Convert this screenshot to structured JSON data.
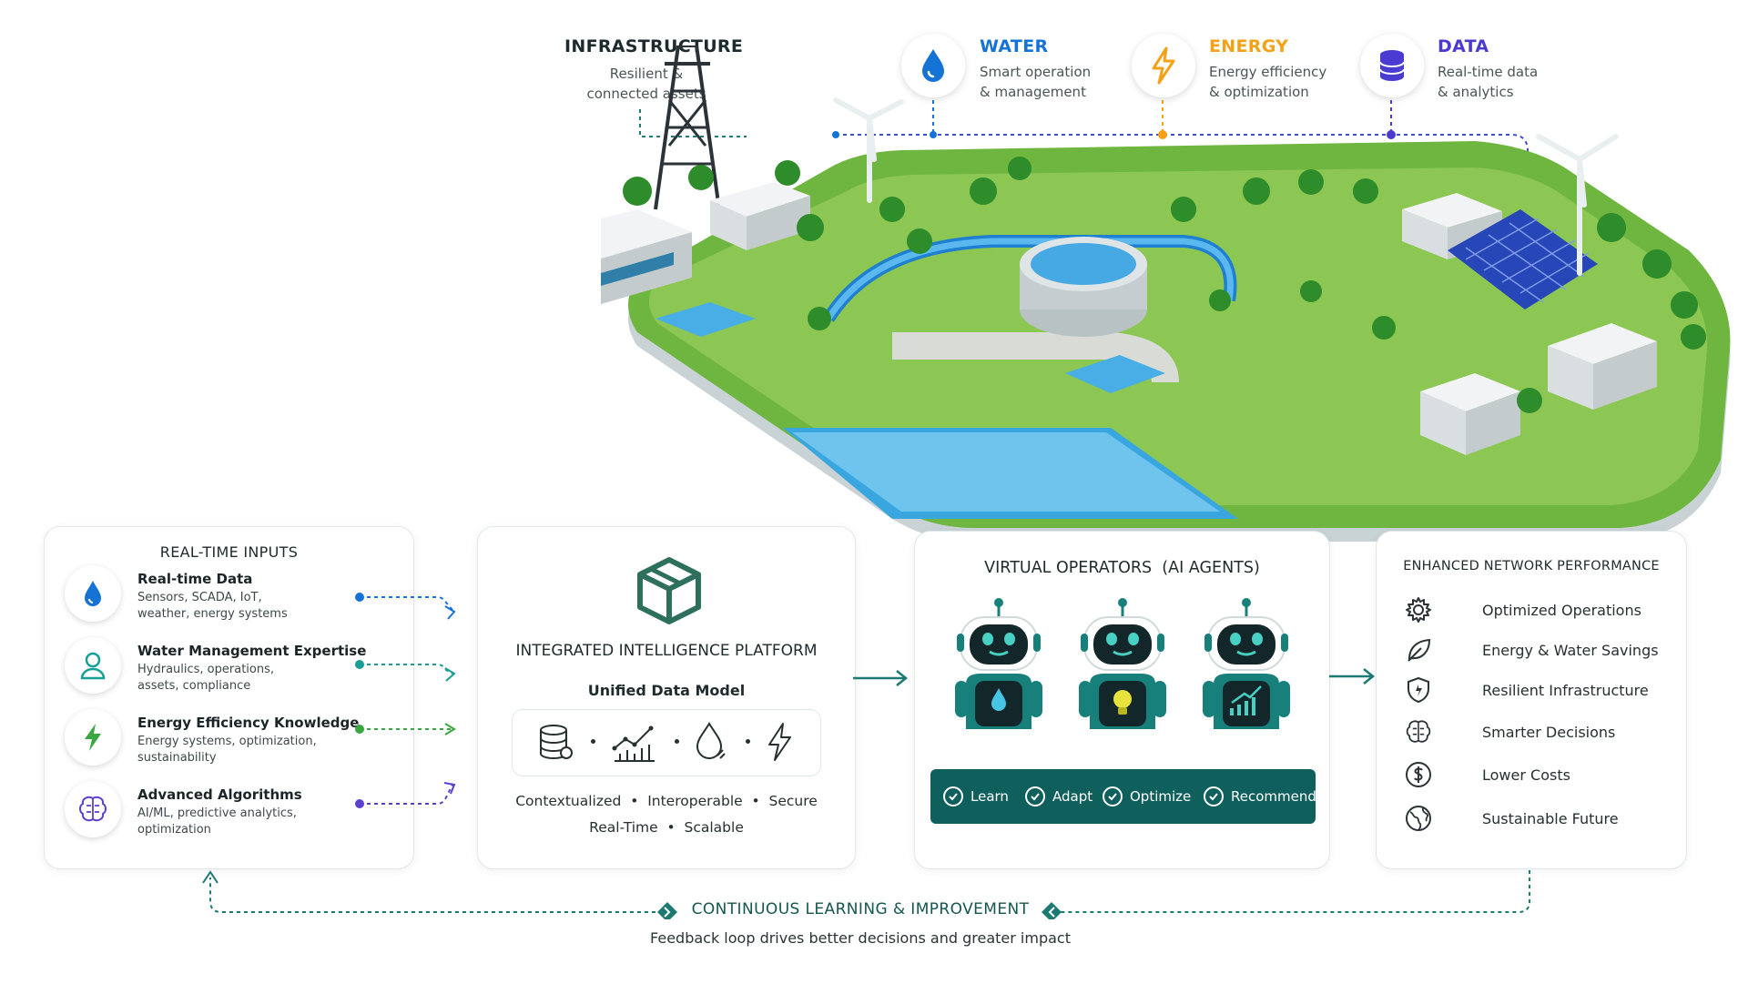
{
  "top": {
    "infrastructure": {
      "title": "INFRASTRUCTURE",
      "desc1": "Resilient &",
      "desc2": "connected assets",
      "color": "#1d2b2f"
    },
    "water": {
      "title": "WATER",
      "desc1": "Smart operation",
      "desc2": "& management",
      "color": "#1673d6",
      "icon": "water-drop-icon"
    },
    "energy": {
      "title": "ENERGY",
      "desc1": "Energy efficiency",
      "desc2": "& optimization",
      "color": "#f3a217",
      "icon": "lightning-icon"
    },
    "data": {
      "title": "DATA",
      "desc1": "Real-time data",
      "desc2": "& analytics",
      "color": "#4b3bd1",
      "icon": "database-icon"
    }
  },
  "inputs": {
    "title": "REAL-TIME INPUTS",
    "items": [
      {
        "title": "Real-time Data",
        "desc1": "Sensors, SCADA, IoT,",
        "desc2": "weather, energy systems",
        "icon": "water-drop-icon",
        "color": "#1673d6"
      },
      {
        "title": "Water Management Expertise",
        "desc1": "Hydraulics, operations,",
        "desc2": "assets, compliance",
        "icon": "person-icon",
        "color": "#179e95"
      },
      {
        "title": "Energy Efficiency Knowledge",
        "desc1": "Energy systems, optimization,",
        "desc2": "sustainability",
        "icon": "lightning-icon",
        "color": "#3aa640"
      },
      {
        "title": "Advanced Algorithms",
        "desc1": "AI/ML, predictive analytics,",
        "desc2": "optimization",
        "icon": "brain-icon",
        "color": "#5b3fcf"
      }
    ]
  },
  "platform": {
    "title": "INTEGRATED INTELLIGENCE PLATFORM",
    "subtitle": "Unified Data Model",
    "tags1": "Contextualized  •  Interoperable  •  Secure",
    "tags2": "Real-Time  •  Scalable",
    "accent": "#2e6f5e"
  },
  "operators": {
    "title": "VIRTUAL OPERATORS  (AI AGENTS)",
    "chips": [
      "Learn",
      "Adapt",
      "Optimize",
      "Recommend"
    ],
    "bar_color": "#0f5f5c"
  },
  "performance": {
    "title": "ENHANCED NETWORK PERFORMANCE",
    "items": [
      {
        "label": "Optimized Operations",
        "icon": "gear-icon"
      },
      {
        "label": "Energy & Water Savings",
        "icon": "leaf-icon"
      },
      {
        "label": "Resilient Infrastructure",
        "icon": "shield-icon"
      },
      {
        "label": "Smarter Decisions",
        "icon": "brain-icon"
      },
      {
        "label": "Lower Costs",
        "icon": "dollar-icon"
      },
      {
        "label": "Sustainable Future",
        "icon": "globe-icon"
      }
    ]
  },
  "loop": {
    "title": "CONTINUOUS LEARNING & IMPROVEMENT",
    "subtitle": "Feedback loop drives better decisions and greater impact",
    "color": "#1b7a72"
  }
}
